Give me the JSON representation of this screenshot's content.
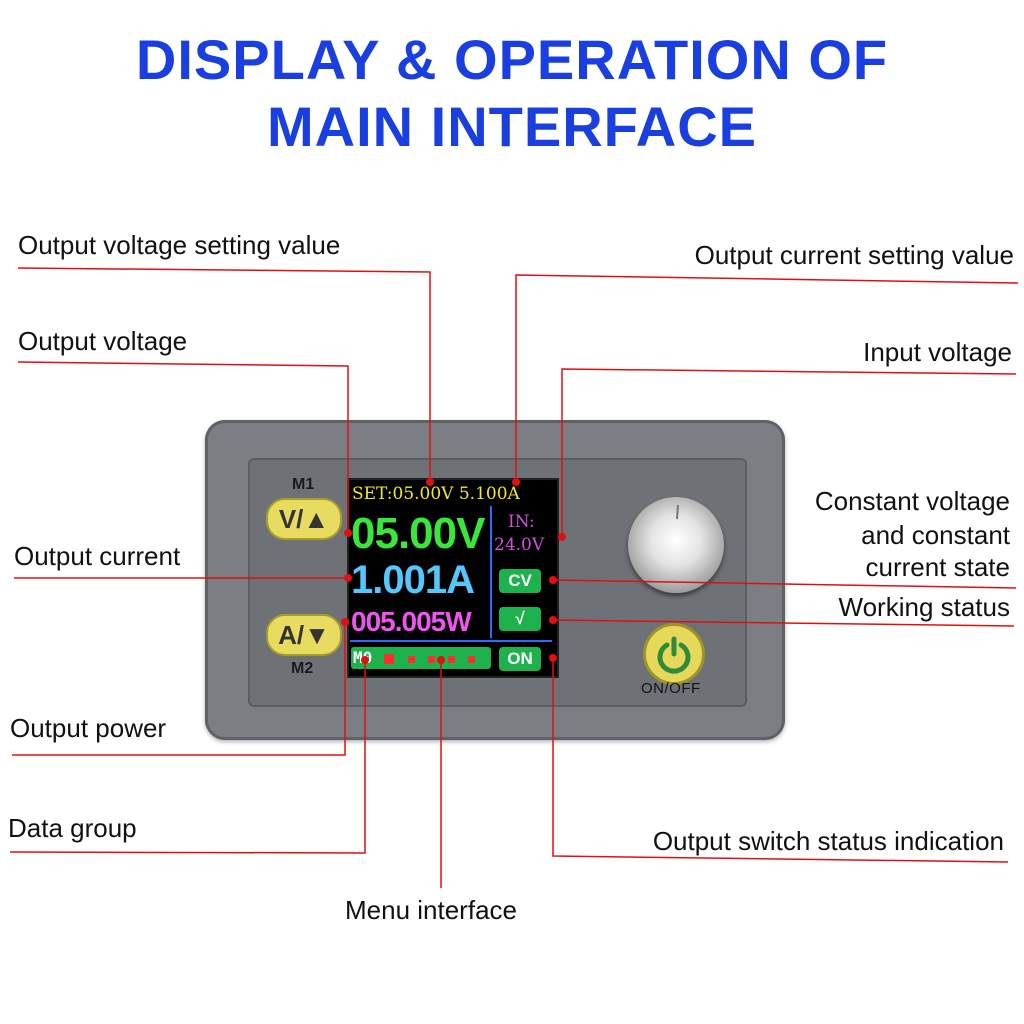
{
  "title": {
    "line1": "DISPLAY & OPERATION OF",
    "line2": "MAIN INTERFACE"
  },
  "labels": {
    "output_voltage_setting": "Output voltage setting value",
    "output_current_setting": "Output current setting value",
    "output_voltage": "Output voltage",
    "input_voltage": "Input voltage",
    "output_current": "Output current",
    "cv_cc_line1": "Constant voltage",
    "cv_cc_line2": "and constant",
    "cv_cc_line3": "current state",
    "working_status": "Working status",
    "output_power": "Output power",
    "data_group": "Data group",
    "output_switch": "Output switch status indication",
    "menu_interface": "Menu interface"
  },
  "device": {
    "m1_label": "M1",
    "m1_button": "V/▲",
    "m2_label": "M2",
    "m2_button": "A/▼",
    "onoff_label": "ON/OFF"
  },
  "screen": {
    "set_line": "SET:05.00V 5.100A",
    "voltage": "05.00V",
    "current": "1.001A",
    "power": "005.005W",
    "input_label": "IN:",
    "input_value": "24.0V",
    "mode": "CV",
    "status_mark": "√",
    "output_state": "ON",
    "data_group": "M0"
  },
  "colors": {
    "title": "#1a3fe0",
    "leader": "#e01010",
    "voltage": "#39e63a",
    "current": "#52c8ff",
    "power": "#ee55ee",
    "set_text": "#f3ea2a",
    "status_green": "#1db24e",
    "button_yellow": "#e8dc60"
  }
}
